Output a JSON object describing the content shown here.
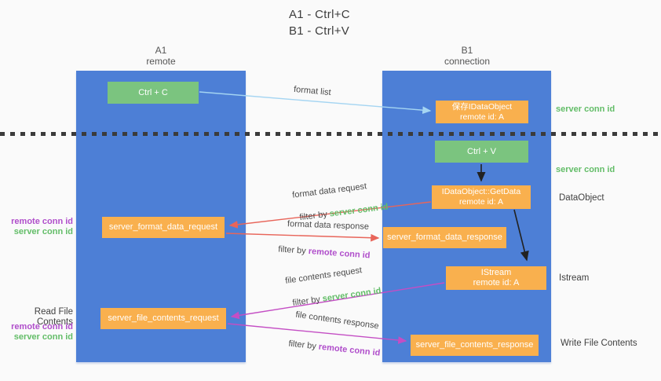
{
  "title": {
    "line1": "A1 - Ctrl+C",
    "line2": "B1 - Ctrl+V"
  },
  "lanes": {
    "left": {
      "name": "A1",
      "role": "remote"
    },
    "right": {
      "name": "B1",
      "role": "connection"
    }
  },
  "nodes": {
    "ctrl_c": {
      "label": "Ctrl + C"
    },
    "ctrl_v": {
      "label": "Ctrl + V"
    },
    "save_idataobject": {
      "line1": "保存IDataObject",
      "line2": "remote id: A"
    },
    "getdata": {
      "line1": "IDataObject::GetData",
      "line2": "remote id: A"
    },
    "istream": {
      "line1": "IStream",
      "line2": "remote id: A"
    },
    "format_request": {
      "label": "server_format_data_request"
    },
    "format_response": {
      "label": "server_format_data_response"
    },
    "file_request": {
      "label": "server_file_contents_request"
    },
    "file_response": {
      "label": "server_file_contents_response"
    }
  },
  "arrows": {
    "format_list": {
      "label": "format list"
    },
    "format_data_request": {
      "label": "format data request",
      "filter_prefix": "filter by ",
      "filter_key": "server conn id"
    },
    "format_data_response": {
      "label": "format data response",
      "filter_prefix": "filter by ",
      "filter_key": "remote conn id"
    },
    "file_contents_request": {
      "label": "file contents request",
      "filter_prefix": "filter by ",
      "filter_key": "server conn id"
    },
    "file_contents_response": {
      "label": "file contents response",
      "filter_prefix": "filter by ",
      "filter_key": "remote conn id"
    }
  },
  "annotations": {
    "server_conn_id_top": "server conn id",
    "server_conn_id_mid": "server conn id",
    "dataobject": "DataObject",
    "istream": "Istream",
    "write_file_contents": "Write File Contents",
    "read_file_contents": "Read File Contents",
    "request_remote_conn_id": "remote conn id",
    "request_server_conn_id": "server conn id",
    "file_remote_conn_id": "remote conn id",
    "file_server_conn_id": "server conn id"
  },
  "colors": {
    "lane_blue": "#4d7fd6",
    "node_green": "#7bc47f",
    "node_orange": "#f9b04e",
    "arrow_light_blue": "#a5d5f2",
    "arrow_red": "#e8655a",
    "arrow_magenta": "#c44ec4",
    "arrow_black": "#222222",
    "text_green": "#63bd68",
    "text_purple": "#b04ecb"
  }
}
